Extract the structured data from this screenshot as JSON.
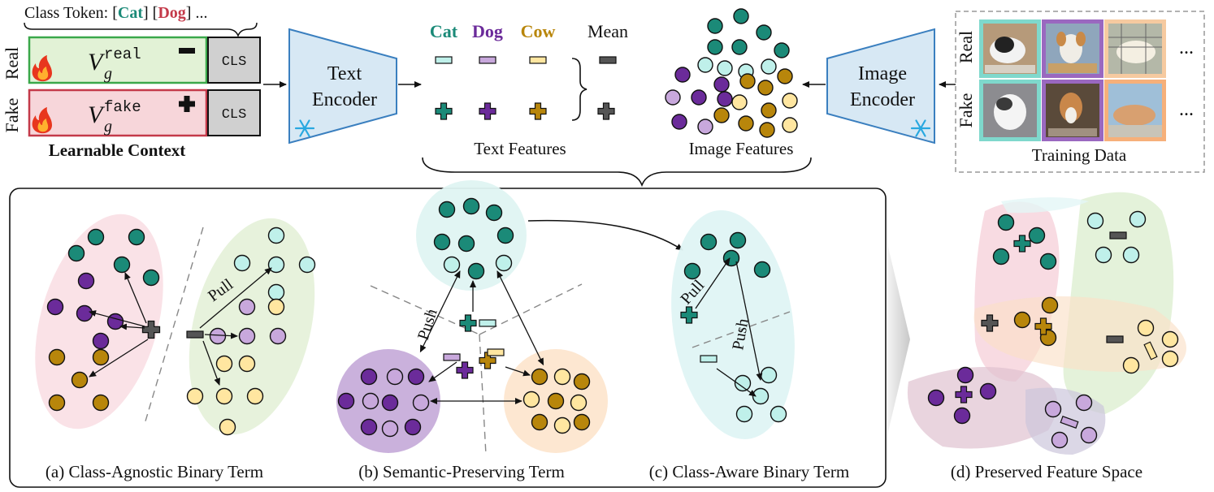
{
  "colors": {
    "cat": "#1b8a78",
    "dog": "#6b2b9a",
    "cow": "#b8860b",
    "mean": "#555555",
    "real_bg": "#e2f2d6",
    "real_border": "#3aa84a",
    "fake_bg": "#f7d6da",
    "fake_border": "#c43a4a",
    "encoder": "#d7e8f4",
    "light_cat": "#bff0ea",
    "light_dog": "#c8a8dc",
    "light_cow": "#ffe6a0"
  },
  "top": {
    "class_token_prefix": "Class Token: [",
    "class_token_cat": "Cat",
    "class_token_mid": "] [",
    "class_token_dog": "Dog",
    "class_token_suffix": "] ...",
    "real_label": "Real",
    "fake_label": "Fake",
    "v_real_base": "V",
    "v_real_sub": "g",
    "v_real_sup": "real",
    "v_fake_base": "V",
    "v_fake_sub": "g",
    "v_fake_sup": "fake",
    "cls_token": "CLS",
    "learnable_context": "Learnable Context",
    "text_encoder_line1": "Text",
    "text_encoder_line2": "Encoder",
    "legend_cat": "Cat",
    "legend_dog": "Dog",
    "legend_cow": "Cow",
    "legend_mean": "Mean",
    "text_features": "Text Features",
    "image_features": "Image Features",
    "image_encoder_line1": "Image",
    "image_encoder_line2": "Encoder",
    "training_data": "Training Data",
    "ellipsis": "...",
    "flame_icon": "flame-icon",
    "snowflake_icon": "snowflake-icon"
  },
  "bottom": {
    "pull": "Pull",
    "push": "Push",
    "caption_a": "(a) Class-Agnostic Binary Term",
    "caption_b": "(b) Semantic-Preserving Term",
    "caption_c": "(c) Class-Aware Binary Term",
    "caption_d": "(d) Preserved Feature Space"
  }
}
